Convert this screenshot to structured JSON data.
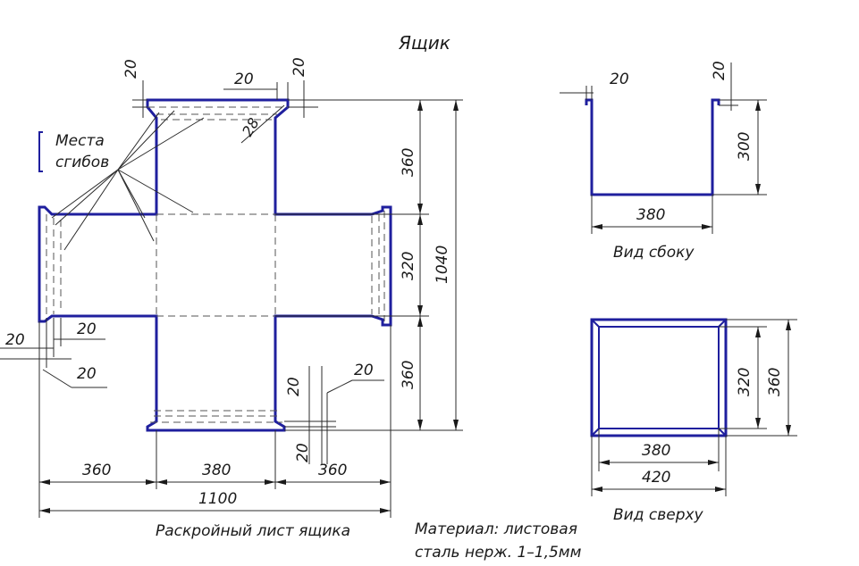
{
  "title": "Ящик",
  "bend_label": [
    "Места",
    "сгибов"
  ],
  "blank": {
    "caption": "Раскройный лист ящика",
    "dims": {
      "left_lip_v": "20",
      "top_lip_h": "20",
      "top_lip_v": "20",
      "diag": "28",
      "top_arm": "360",
      "middle": "320",
      "total_h": "1040",
      "bottom_arm": "360",
      "left_a": "20",
      "left_b": "20",
      "left_c": "20",
      "bottom_lip_v": "20",
      "bottom_lip_r": "20",
      "bottom_lip_b": "20",
      "w_left": "360",
      "w_mid": "380",
      "w_right": "360",
      "w_total": "1100"
    }
  },
  "side_view": {
    "caption": "Вид сбоку",
    "lip_h": "20",
    "lip_v": "20",
    "height": "300",
    "width": "380"
  },
  "top_view": {
    "caption": "Вид сверху",
    "inner_h": "320",
    "outer_h": "360",
    "inner_w": "380",
    "outer_w": "420"
  },
  "material": [
    "Материал: листовая",
    "сталь нерж. 1–1,5мм"
  ],
  "colors": {
    "outline": "#1f1f9e",
    "lines": "#2b2b2b"
  }
}
